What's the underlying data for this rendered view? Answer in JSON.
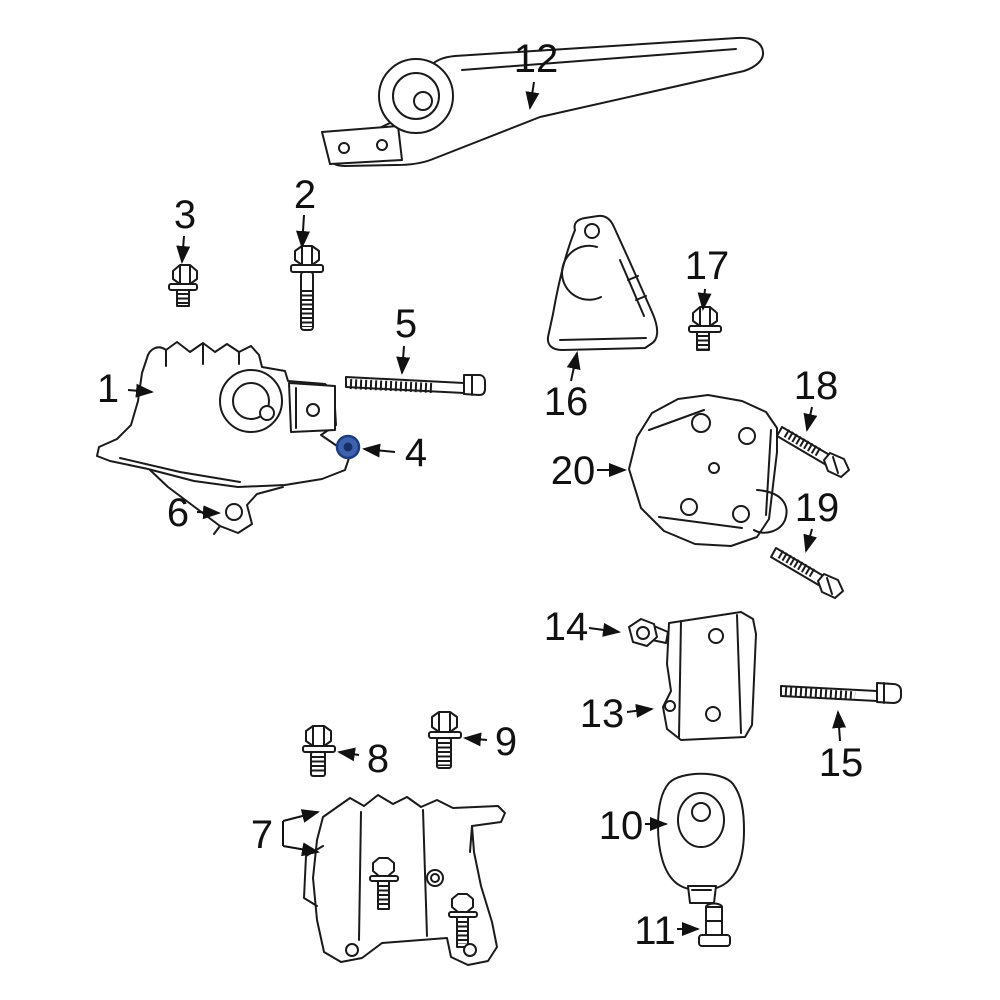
{
  "diagram": {
    "background": "#ffffff",
    "line_color": "#1a1a1a",
    "label_color": "#111111",
    "highlight_color": "#3f62ad",
    "highlight_inner_color": "#16306b",
    "selected_callout": "4",
    "callouts": [
      {
        "label": "1"
      },
      {
        "label": "2"
      },
      {
        "label": "3"
      },
      {
        "label": "4"
      },
      {
        "label": "5"
      },
      {
        "label": "6"
      },
      {
        "label": "7"
      },
      {
        "label": "8"
      },
      {
        "label": "9"
      },
      {
        "label": "10"
      },
      {
        "label": "11"
      },
      {
        "label": "12"
      },
      {
        "label": "13"
      },
      {
        "label": "14"
      },
      {
        "label": "15"
      },
      {
        "label": "16"
      },
      {
        "label": "17"
      },
      {
        "label": "18"
      },
      {
        "label": "19"
      },
      {
        "label": "20"
      }
    ]
  }
}
